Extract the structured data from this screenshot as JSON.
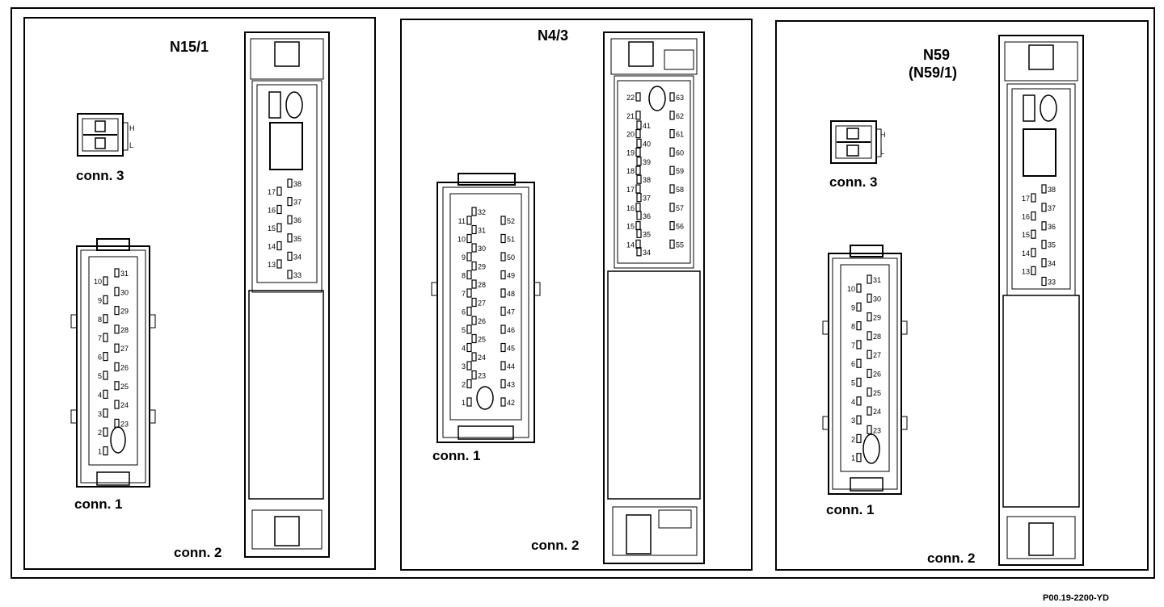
{
  "panels": [
    {
      "title": "N15/1",
      "subtitle": "",
      "conn3_label": "conn. 3",
      "conn3_letters": [
        "H",
        "L"
      ],
      "conn1_label": "conn. 1",
      "conn1_left": [
        "10",
        "9",
        "8",
        "7",
        "6",
        "5",
        "4",
        "3",
        "2",
        "1"
      ],
      "conn1_right": [
        "31",
        "30",
        "29",
        "28",
        "27",
        "26",
        "25",
        "24",
        "23"
      ],
      "conn2_label": "conn. 2",
      "conn2_left": [
        "17",
        "16",
        "15",
        "14",
        "13"
      ],
      "conn2_right": [
        "38",
        "37",
        "36",
        "35",
        "34",
        "33"
      ]
    },
    {
      "title": "N4/3",
      "conn1_label": "conn. 1",
      "conn1_left": [
        "11",
        "10",
        "9",
        "8",
        "7",
        "6",
        "5",
        "4",
        "3",
        "2",
        "1"
      ],
      "conn1_mid": [
        "32",
        "31",
        "30",
        "29",
        "28",
        "27",
        "26",
        "25",
        "24",
        "23"
      ],
      "conn1_right": [
        "52",
        "51",
        "50",
        "49",
        "48",
        "47",
        "46",
        "45",
        "44",
        "43",
        "42"
      ],
      "conn2_label": "conn. 2",
      "conn2_left": [
        "22",
        "21",
        "20",
        "19",
        "18",
        "17",
        "16",
        "15",
        "14"
      ],
      "conn2_mid": [
        "41",
        "40",
        "39",
        "38",
        "37",
        "36",
        "35",
        "34"
      ],
      "conn2_right": [
        "63",
        "62",
        "61",
        "60",
        "59",
        "58",
        "57",
        "56",
        "55"
      ]
    },
    {
      "title": "N59",
      "subtitle": "(N59/1)",
      "conn3_label": "conn. 3",
      "conn3_letters": [
        "H",
        "L"
      ],
      "conn1_label": "conn. 1",
      "conn1_left": [
        "10",
        "9",
        "8",
        "7",
        "6",
        "5",
        "4",
        "3",
        "2",
        "1"
      ],
      "conn1_right": [
        "31",
        "30",
        "29",
        "28",
        "27",
        "26",
        "25",
        "24",
        "23"
      ],
      "conn2_label": "conn. 2",
      "conn2_left": [
        "17",
        "16",
        "15",
        "14",
        "13"
      ],
      "conn2_right": [
        "38",
        "37",
        "36",
        "35",
        "34",
        "33"
      ]
    }
  ],
  "figure_code": "P00.19-2200-YD"
}
